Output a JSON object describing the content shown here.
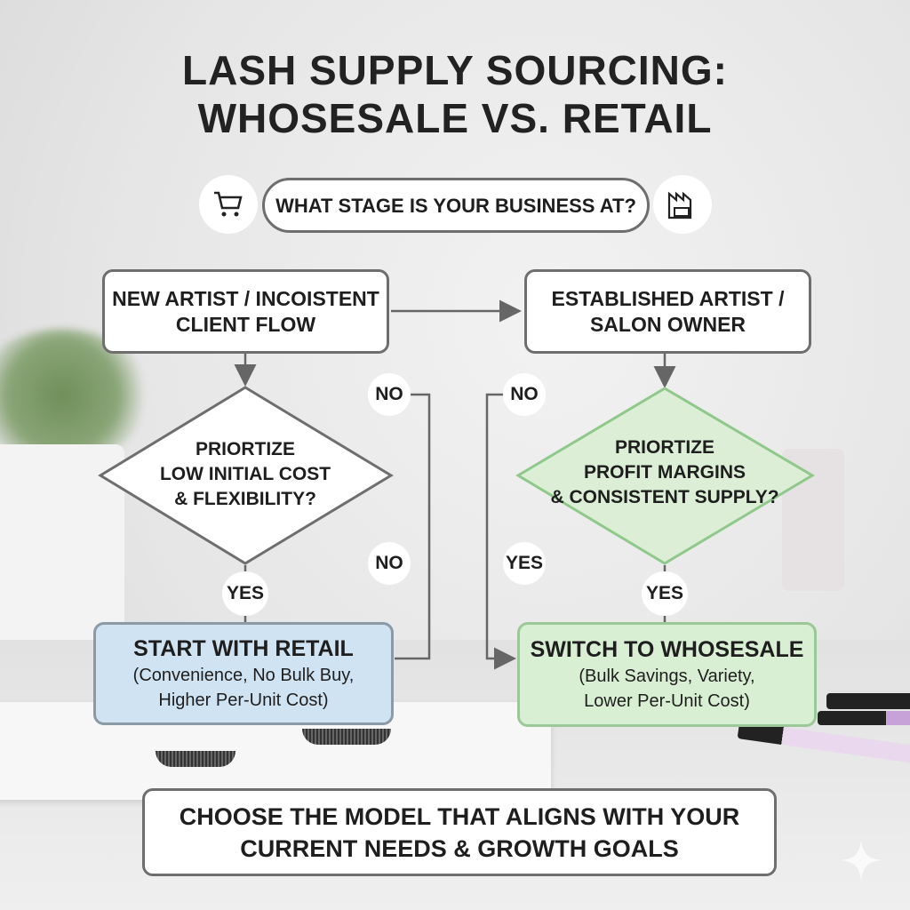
{
  "title": {
    "line1": "LASH SUPPLY SOURCING:",
    "line2": "WHOSESALE VS. RETAIL"
  },
  "question": {
    "text": "WHAT STAGE IS YOUR BUSINESS AT?",
    "left_icon": "shopping-cart-icon",
    "right_icon": "factory-icon"
  },
  "left_path": {
    "stage_line1": "NEW ARTIST / INCOISTENT",
    "stage_line2": "CLIENT FLOW",
    "decision_line1": "PRIORTIZE",
    "decision_line2": "LOW INITIAL COST",
    "decision_line3": "& FLEXIBILITY?",
    "no_top": "NO",
    "no_bottom": "NO",
    "yes": "YES",
    "result_title": "START WITH RETAIL",
    "result_line1": "(Convenience, No Bulk Buy,",
    "result_line2": "Higher Per-Unit Cost)"
  },
  "right_path": {
    "stage_line1": "ESTABLISHED ARTIST /",
    "stage_line2": "SALON OWNER",
    "decision_line1": "PRIORTIZE",
    "decision_line2": "PROFIT MARGINS",
    "decision_line3": "& CONSISTENT SUPPLY?",
    "no": "NO",
    "yes_left": "YES",
    "yes": "YES",
    "result_title": "SWITCH TO WHOSESALE",
    "result_line1": "(Bulk Savings, Variety,",
    "result_line2": "Lower Per-Unit Cost)"
  },
  "footer": {
    "line1": "CHOOSE THE MODEL THAT ALIGNS WITH YOUR",
    "line2": "CURRENT NEEDS & GROWTH GOALS"
  },
  "colors": {
    "retail": "#cfe3f2",
    "wholesale": "#d9efd3",
    "decision_green": "#dcefd6"
  }
}
